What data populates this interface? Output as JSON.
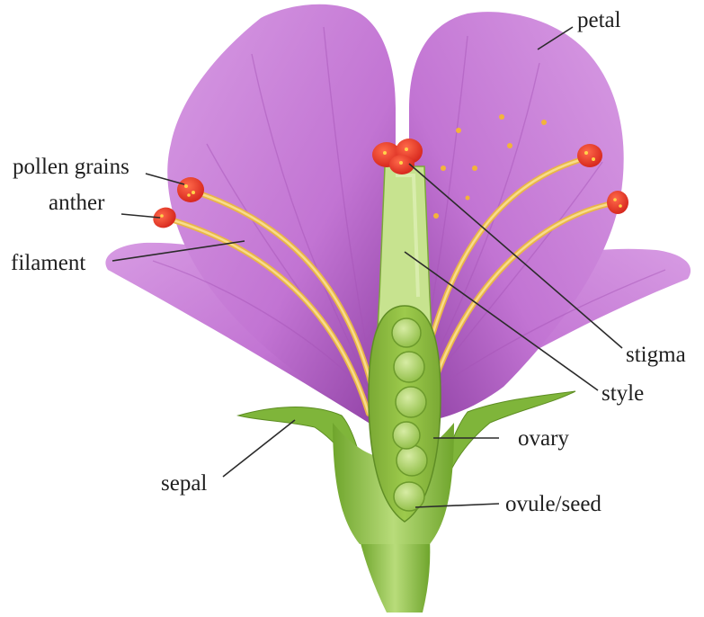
{
  "diagram": {
    "labels": {
      "petal": "petal",
      "pollen_grains": "pollen grains",
      "anther": "anther",
      "filament": "filament",
      "stigma": "stigma",
      "style": "style",
      "ovary": "ovary",
      "sepal": "sepal",
      "ovule_seed": "ovule/seed"
    },
    "colors": {
      "petal": "#c77ad6",
      "petal_dark": "#9a4fae",
      "petal_light": "#dca3e6",
      "filament": "#f2c15a",
      "anther": "#e8341f",
      "pistil": "#b7d97a",
      "ovary_inner": "#8dbb3e",
      "ovule": "#a9cf5e",
      "sepal": "#7fb53a"
    }
  }
}
